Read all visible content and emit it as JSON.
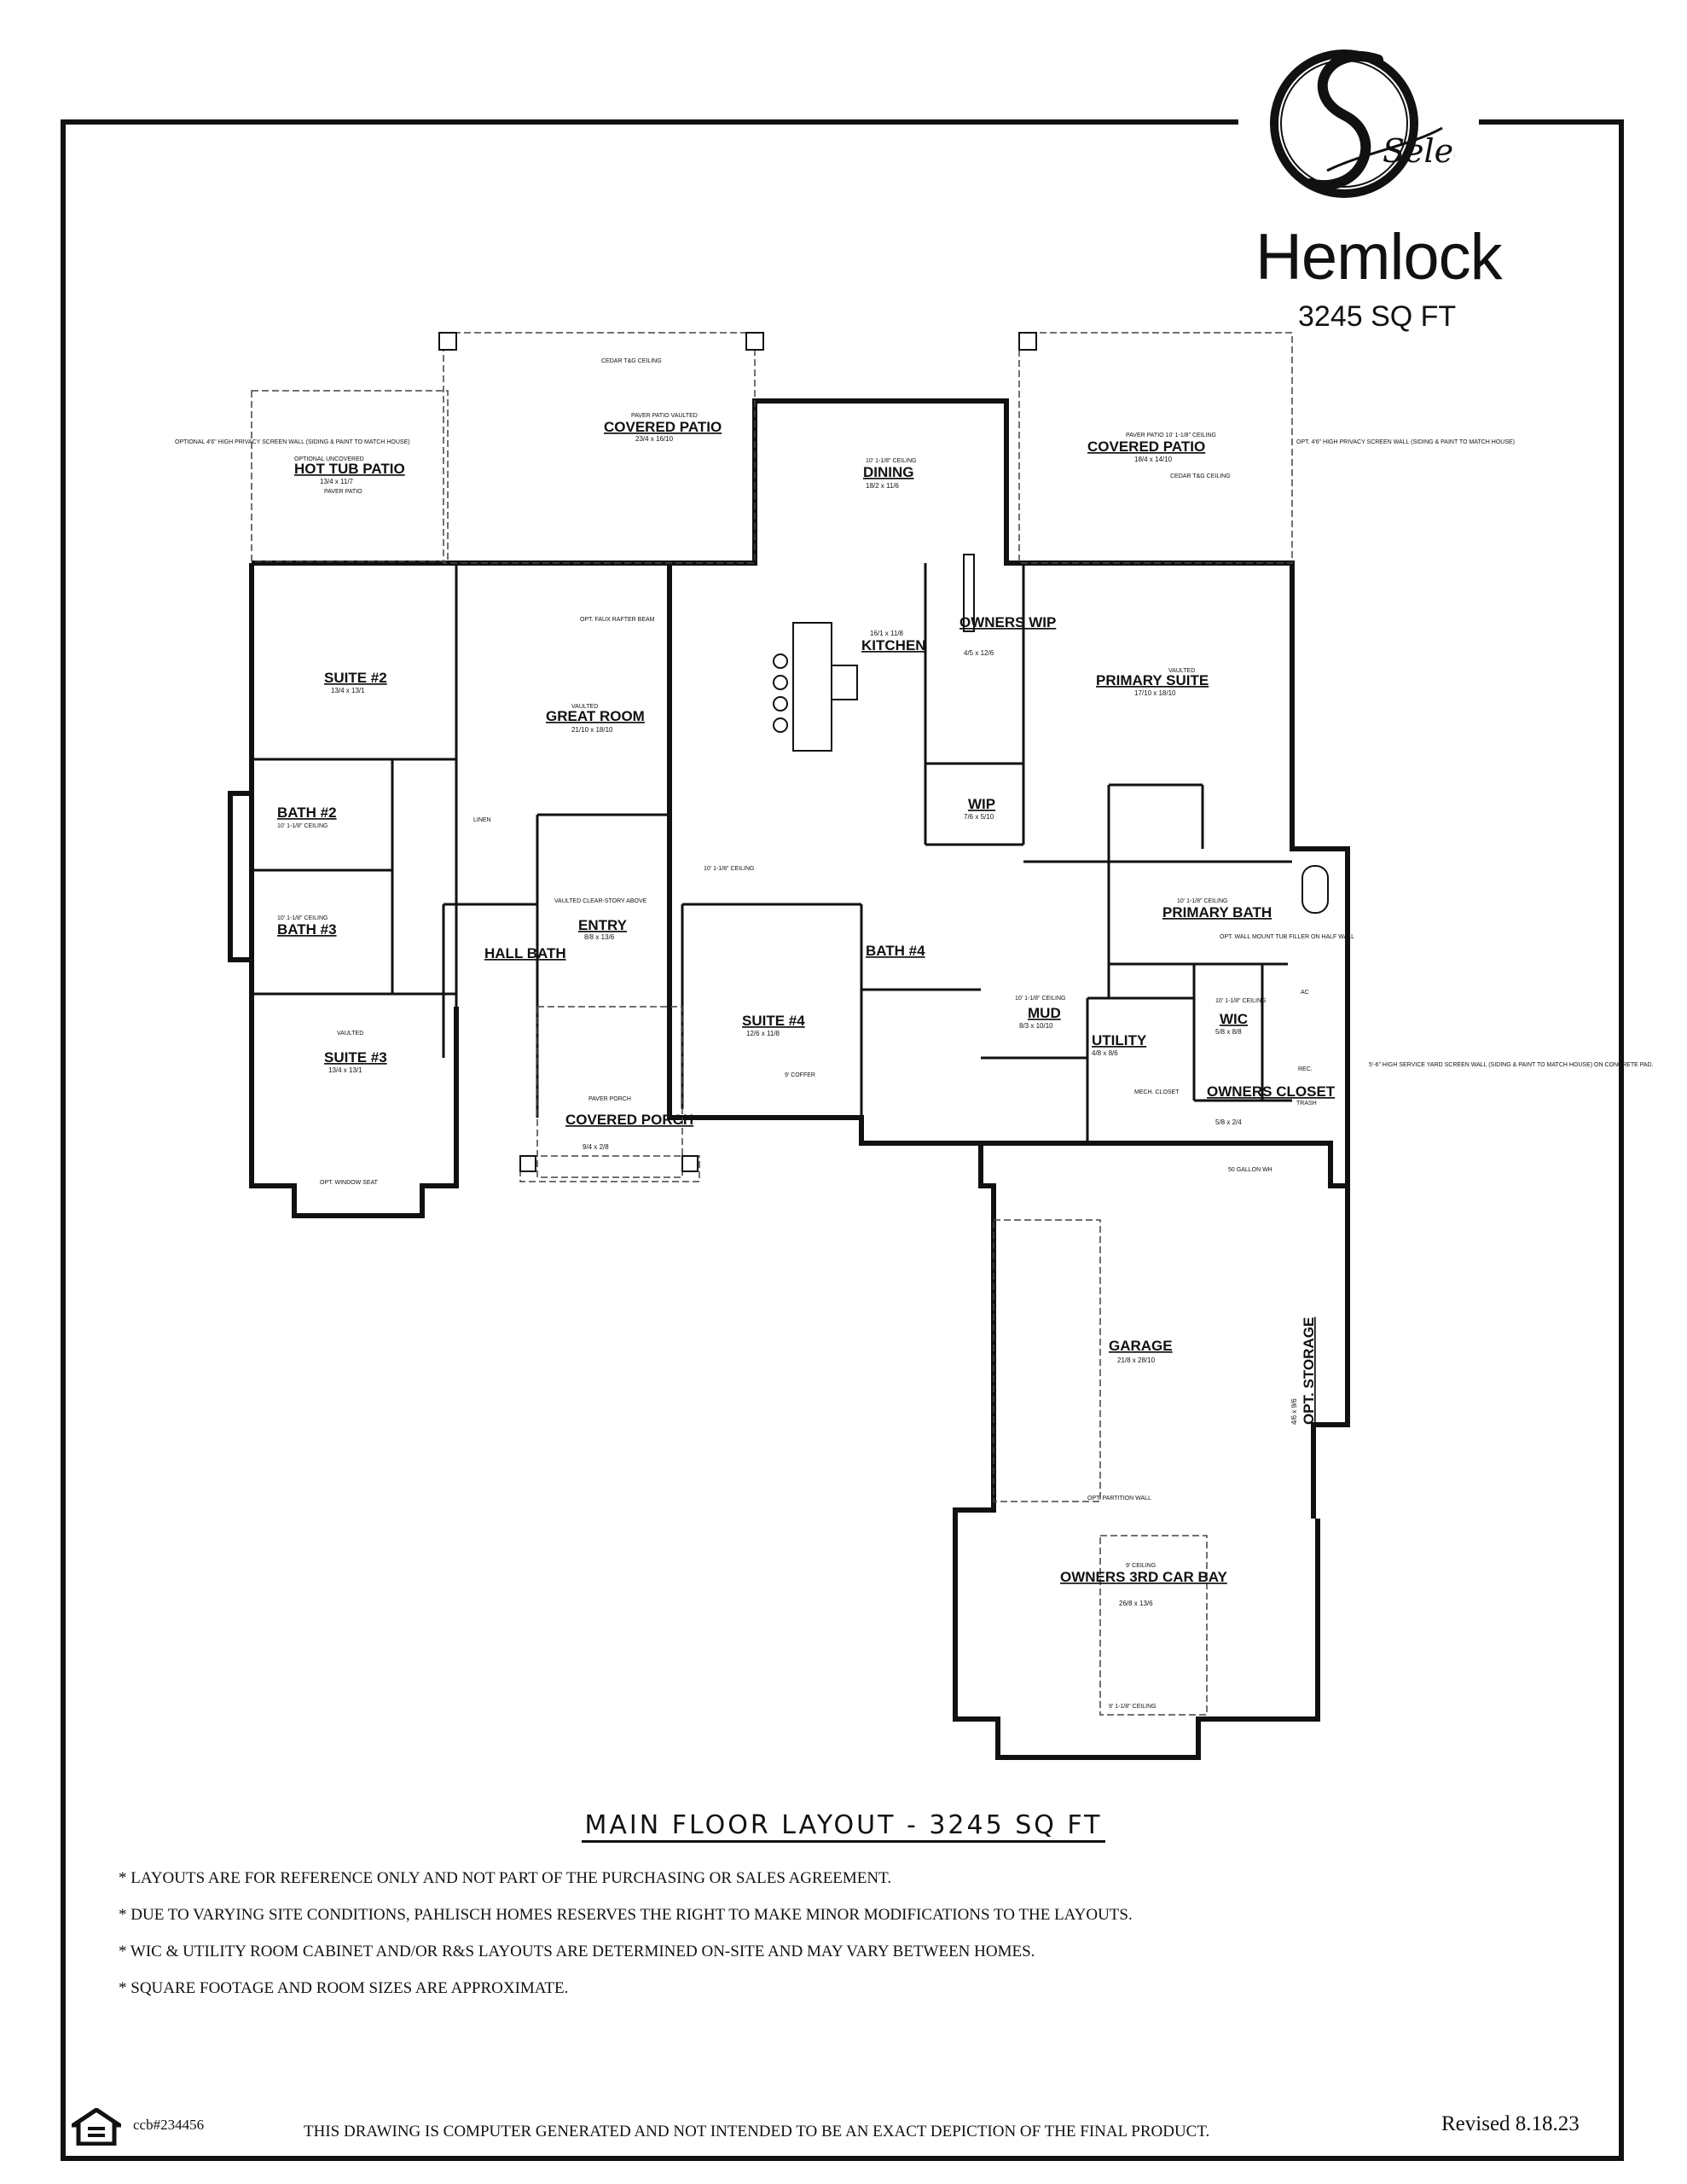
{
  "brand": {
    "logo_text": "Select",
    "plan_name": "Hemlock",
    "square_feet": "3245 SQ FT"
  },
  "rooms": {
    "hot_tub_patio": {
      "note": "OPTIONAL UNCOVERED",
      "name": "HOT TUB PATIO",
      "size": "13/4 x 11/7",
      "sub": "PAVER PATIO"
    },
    "covered_patio_center": {
      "note": "PAVER PATIO VAULTED",
      "name": "COVERED PATIO",
      "size": "23/4 x 16/10",
      "ceiling": "CEDAR T&G CEILING"
    },
    "dining": {
      "ceiling": "10' 1-1/8\" CEILING",
      "name": "DINING",
      "size": "18/2 x 11/6"
    },
    "covered_patio_right": {
      "note": "PAVER PATIO 10' 1-1/8\" CEILING",
      "name": "COVERED PATIO",
      "size": "18/4 x 14/10",
      "ceiling": "CEDAR T&G CEILING"
    },
    "suite2": {
      "name": "SUITE #2",
      "size": "13/4 x 13/1"
    },
    "great_room": {
      "note": "VAULTED",
      "name": "GREAT ROOM",
      "size": "21/10 x 18/10"
    },
    "kitchen": {
      "size": "16/1 x 11/8",
      "name": "KITCHEN"
    },
    "owners_wip": {
      "name": "OWNERS WIP",
      "size": "4/5 x 12/6"
    },
    "primary_suite": {
      "name": "PRIMARY SUITE",
      "size": "17/10 x 18/10",
      "note": "VAULTED"
    },
    "wip": {
      "name": "WIP",
      "size": "7/6 x 5/10"
    },
    "bath2": {
      "name": "BATH #2",
      "ceiling": "10' 1-1/8\" CEILING"
    },
    "bath3": {
      "name": "BATH #3",
      "ceiling": "10' 1-1/8\" CEILING"
    },
    "hall_bath": {
      "name": "HALL BATH"
    },
    "entry": {
      "note": "VAULTED CLEAR-STORY ABOVE",
      "name": "ENTRY",
      "size": "8/8 x 13/6"
    },
    "suite4": {
      "name": "SUITE #4",
      "size": "12/6 x 11/8"
    },
    "bath4": {
      "name": "BATH #4"
    },
    "primary_bath": {
      "ceiling": "10' 1-1/8\" CEILING",
      "name": "PRIMARY BATH",
      "note": "OPT. WALL MOUNT TUB FILLER ON HALF WALL"
    },
    "suite3": {
      "note": "VAULTED",
      "name": "SUITE #3",
      "size": "13/4 x 13/1"
    },
    "mud": {
      "ceiling": "10' 1-1/8\" CEILING",
      "name": "MUD",
      "size": "8/3 x 10/10"
    },
    "utility": {
      "name": "UTILITY",
      "size": "4/8 x 8/6"
    },
    "wic": {
      "ceiling": "10' 1-1/8\" CEILING",
      "name": "WIC",
      "size": "5/8 x 8/8"
    },
    "owners_closet": {
      "name": "OWNERS CLOSET",
      "size": "5/8 x 2/4"
    },
    "covered_porch": {
      "note": "PAVER PORCH",
      "name": "COVERED PORCH",
      "size": "9/4 x 2/8"
    },
    "garage": {
      "name": "GARAGE",
      "size": "21/8 x 28/10"
    },
    "opt_storage": {
      "name": "OPT. STORAGE",
      "size": "4/6 x 9/6"
    },
    "third_car_bay": {
      "ceiling": "9' CEILING",
      "name": "OWNERS 3RD CAR BAY",
      "size": "26/8 x 13/6"
    }
  },
  "notes": {
    "privacy_left": "OPTIONAL 4'6\" HIGH PRIVACY SCREEN WALL (SIDING & PAINT TO MATCH HOUSE)",
    "privacy_right": "OPT. 4'6\" HIGH PRIVACY SCREEN WALL (SIDING & PAINT TO MATCH HOUSE)",
    "service_yard": "5'-6\" HIGH SERVICE YARD SCREEN WALL (SIDING & PAINT TO MATCH HOUSE) ON CONCRETE PAD.",
    "faux_beam": "OPT. FAUX RAFTER BEAM",
    "ceiling_default": "10' 1-1/8\" CEILING",
    "water_heater": "50 GALLON WH",
    "partition_wall": "OPT. PARTITION WALL",
    "linen": "LINEN",
    "ac": "AC",
    "rec": "REC.",
    "trash": "TRASH",
    "mech_closet": "MECH. CLOSET",
    "coffer": "9' COFFER",
    "opt_window_seat": "OPT. WINDOW SEAT",
    "garage_bay_ceiling": "9' 1-1/8\" CEILING"
  },
  "layout_title": "MAIN FLOOR LAYOUT - 3245 SQ FT",
  "disclaimers": [
    "* LAYOUTS ARE FOR REFERENCE ONLY AND NOT PART OF THE PURCHASING OR SALES AGREEMENT.",
    "* DUE TO VARYING SITE CONDITIONS, PAHLISCH HOMES RESERVES THE RIGHT TO MAKE MINOR MODIFICATIONS TO THE LAYOUTS.",
    "* WIC & UTILITY ROOM CABINET AND/OR R&S LAYOUTS ARE DETERMINED ON-SITE AND MAY VARY BETWEEN HOMES.",
    "* SQUARE FOOTAGE AND ROOM SIZES ARE APPROXIMATE."
  ],
  "footer": {
    "ccb": "ccb#234456",
    "statement": "THIS DRAWING IS COMPUTER GENERATED AND NOT INTENDED TO BE AN EXACT DEPICTION OF THE FINAL PRODUCT.",
    "revised": "Revised 8.18.23"
  },
  "icons": {
    "logo": "select-logo-icon",
    "equal_housing": "equal-housing-icon"
  }
}
